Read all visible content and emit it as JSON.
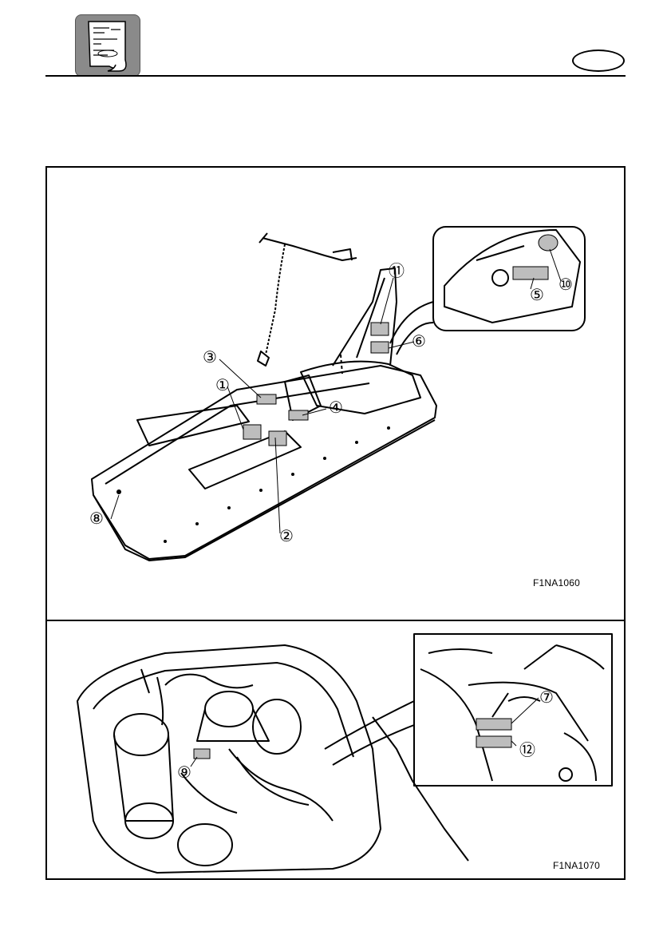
{
  "icon": "owner-manual-scroll-icon",
  "figure_top": {
    "code": "F1NA1060",
    "callouts": [
      "①",
      "②",
      "③",
      "④",
      "⑤",
      "⑥",
      "⑧",
      "⑩",
      "⑪"
    ]
  },
  "figure_bottom": {
    "code": "F1NA1070",
    "callouts": [
      "⑦",
      "⑨",
      "⑫"
    ]
  },
  "colors": {
    "line": "#000000",
    "label_fill": "#bdbdbd",
    "icon_bg": "#8a8a8a"
  }
}
